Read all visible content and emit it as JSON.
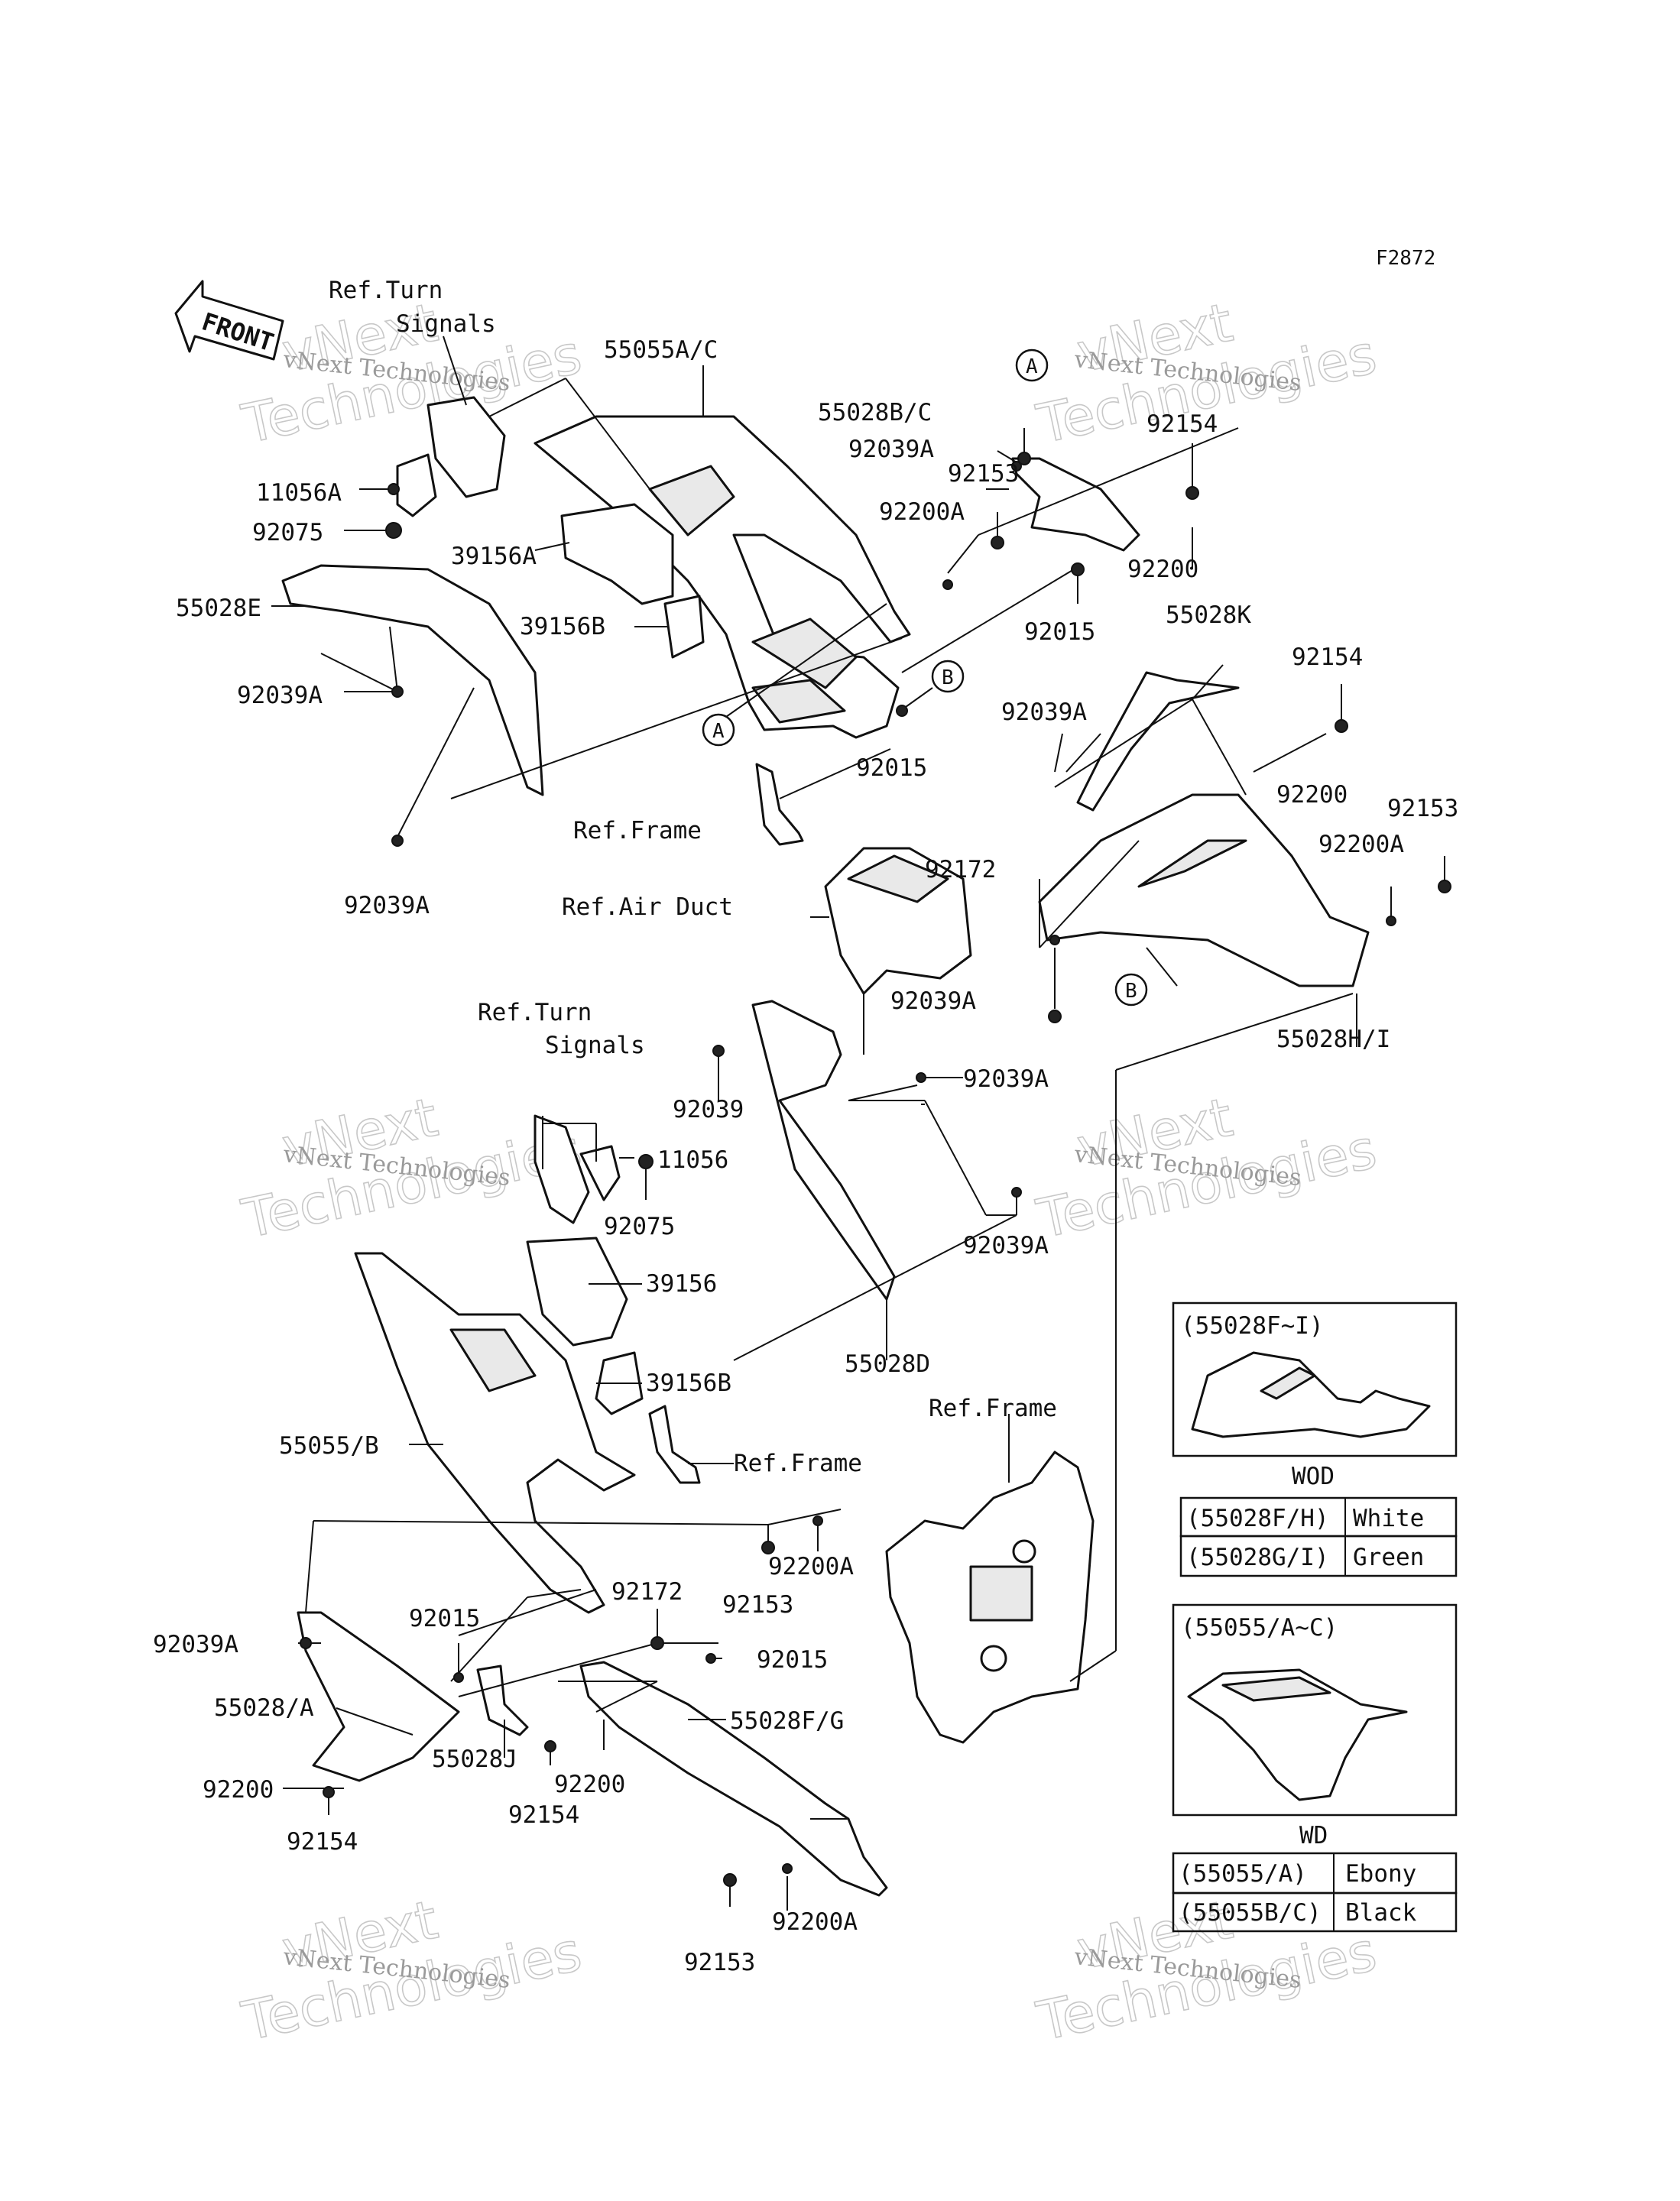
{
  "figure_code": "F2872",
  "front_arrow_label": "FRONT",
  "watermark": {
    "big": [
      "vNext",
      "Technologies"
    ],
    "small": "vNext Technologies"
  },
  "callouts": {
    "A": "A",
    "B": "B"
  },
  "labels": {
    "ref_turn_signals_top_1": "Ref.Turn",
    "ref_turn_signals_top_2": "Signals",
    "p_55055ac": "55055A/C",
    "p_11056a": "11056A",
    "p_92075_top": "92075",
    "p_39156a": "39156A",
    "p_55028e": "55028E",
    "p_39156b_top": "39156B",
    "p_92039a_left": "92039A",
    "p_92039a_bottomleft": "92039A",
    "p_55028bc": "55028B/C",
    "p_92039a_top": "92039A",
    "p_92153_top": "92153",
    "p_92200a_top": "92200A",
    "p_92154_top": "92154",
    "p_92200_top": "92200",
    "p_92015_top_right": "92015",
    "p_92015_mid": "92015",
    "ref_frame_top": "Ref.Frame",
    "p_55028k": "55028K",
    "p_92154_right": "92154",
    "p_92039a_right": "92039A",
    "p_92200_right": "92200",
    "p_92153_right": "92153",
    "p_92200a_right": "92200A",
    "p_92172_top": "92172",
    "ref_air_duct": "Ref.Air Duct",
    "p_92039a_below_duct": "92039A",
    "p_55028hi": "55028H/I",
    "ref_turn_signals_mid_1": "Ref.Turn",
    "ref_turn_signals_mid_2": "Signals",
    "p_92039": "92039",
    "p_92039a_mid_right": "92039A",
    "p_11056": "11056",
    "p_92075_mid": "92075",
    "p_92039a_mid_right2": "92039A",
    "p_39156": "39156",
    "p_55028d": "55028D",
    "p_39156b_mid": "39156B",
    "p_55055b": "55055/B",
    "ref_frame_mid": "Ref.Frame",
    "ref_frame_right": "Ref.Frame",
    "p_92200a_bottom_mid": "92200A",
    "p_92153_bottom_mid": "92153",
    "p_92172_bottom": "92172",
    "p_92015_bottom_left": "92015",
    "p_92015_bottom_right": "92015",
    "p_92039a_bottom": "92039A",
    "p_55028a": "55028/A",
    "p_55028fg": "55028F/G",
    "p_55028j": "55028J",
    "p_92200_bottom_left": "92200",
    "p_92200_bottom_mid": "92200",
    "p_92154_bottom_left": "92154",
    "p_92154_bottom_mid": "92154",
    "p_92200a_bottom": "92200A",
    "p_92153_bottom": "92153"
  },
  "legend_fi": {
    "title": "(55028F~I)",
    "caption": "WOD",
    "rows": [
      {
        "code": "(55028F/H)",
        "color": "White"
      },
      {
        "code": "(55028G/I)",
        "color": "Green"
      }
    ]
  },
  "legend_ac": {
    "title": "(55055/A~C)",
    "caption": "WD",
    "rows": [
      {
        "code": "(55055/A)",
        "color": "Ebony"
      },
      {
        "code": "(55055B/C)",
        "color": "Black"
      }
    ]
  }
}
